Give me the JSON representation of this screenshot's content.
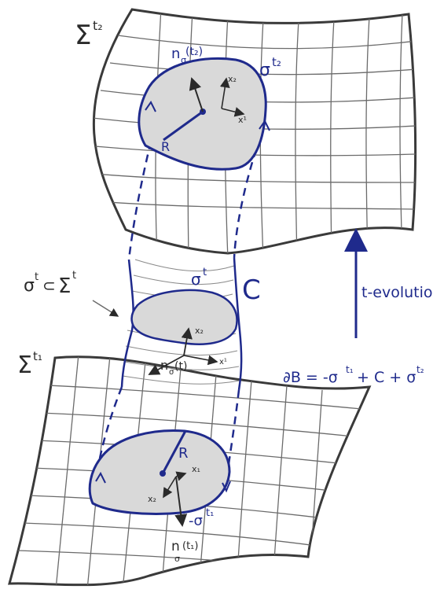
{
  "labels": {
    "sigma_t2": "Σ",
    "sigma_t2_sup": "t₂",
    "sigma_t1": "Σ",
    "sigma_t1_sup": "t₁",
    "normal_top": "n",
    "normal_top_sub": "σ",
    "normal_top_arg": "(t₂)",
    "sigma_top": "σ",
    "sigma_top_sup": "t₂",
    "R_top": "R",
    "x1_top": "x¹",
    "x2_top": "x₂",
    "sigma_mid": "σ",
    "sigma_mid_sup": "t",
    "C_label": "C",
    "subset_lhs": "σ",
    "subset_lhs_sup": "t",
    "subset_op": "⊂",
    "subset_rhs": "Σ",
    "subset_rhs_sup": "t",
    "x2_mid": "x₂",
    "x1_mid": "x¹",
    "normal_mid": "n",
    "normal_mid_sub": "σ",
    "normal_mid_arg": "(t)",
    "t_evolution": "t-evolution",
    "boundary_eq": "∂B = -σ",
    "boundary_eq_sup1": "t₁",
    "boundary_eq_mid": "+ C + σ",
    "boundary_eq_sup2": "t₂",
    "R_bottom": "R",
    "x1_bottom": "x₁",
    "x2_bottom": "x₂",
    "sigma_bottom": "-σ",
    "sigma_bottom_sup": "t₁",
    "normal_bottom": "n",
    "normal_bottom_sub": "σ",
    "normal_bottom_arg": "(t₁)"
  },
  "colors": {
    "ink_blue": "#1f2a8c",
    "ink_dark": "#2a2a2a",
    "shade": "#d9d9d9"
  }
}
